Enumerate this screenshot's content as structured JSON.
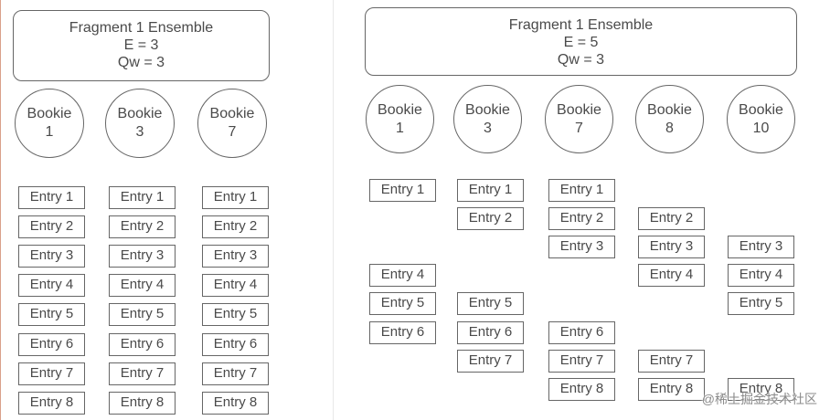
{
  "left": {
    "ensemble": {
      "title": "Fragment 1 Ensemble",
      "e": "E = 3",
      "qw": "Qw = 3"
    },
    "bookies": [
      {
        "name": "Bookie",
        "num": "1",
        "entries": [
          "Entry 1",
          "Entry 2",
          "Entry 3",
          "Entry 4",
          "Entry 5",
          "Entry 6",
          "Entry 7",
          "Entry 8"
        ]
      },
      {
        "name": "Bookie",
        "num": "3",
        "entries": [
          "Entry 1",
          "Entry 2",
          "Entry 3",
          "Entry 4",
          "Entry 5",
          "Entry 6",
          "Entry 7",
          "Entry 8"
        ]
      },
      {
        "name": "Bookie",
        "num": "7",
        "entries": [
          "Entry 1",
          "Entry 2",
          "Entry 3",
          "Entry 4",
          "Entry 5",
          "Entry 6",
          "Entry 7",
          "Entry 8"
        ]
      }
    ]
  },
  "right": {
    "ensemble": {
      "title": "Fragment 1 Ensemble",
      "e": "E = 5",
      "qw": "Qw = 3"
    },
    "bookies": [
      {
        "name": "Bookie",
        "num": "1",
        "entries": [
          "Entry 1",
          null,
          null,
          "Entry 4",
          "Entry 5",
          "Entry 6",
          null,
          null
        ]
      },
      {
        "name": "Bookie",
        "num": "3",
        "entries": [
          "Entry 1",
          "Entry 2",
          null,
          null,
          "Entry 5",
          "Entry 6",
          "Entry 7",
          null
        ]
      },
      {
        "name": "Bookie",
        "num": "7",
        "entries": [
          "Entry 1",
          "Entry 2",
          "Entry 3",
          null,
          null,
          "Entry 6",
          "Entry 7",
          "Entry 8"
        ]
      },
      {
        "name": "Bookie",
        "num": "8",
        "entries": [
          null,
          "Entry 2",
          "Entry 3",
          "Entry 4",
          null,
          null,
          "Entry 7",
          "Entry 8"
        ]
      },
      {
        "name": "Bookie",
        "num": "10",
        "entries": [
          null,
          null,
          "Entry 3",
          "Entry 4",
          "Entry 5",
          null,
          null,
          "Entry 8"
        ]
      }
    ]
  },
  "watermark": "@稀土掘金技术社区"
}
